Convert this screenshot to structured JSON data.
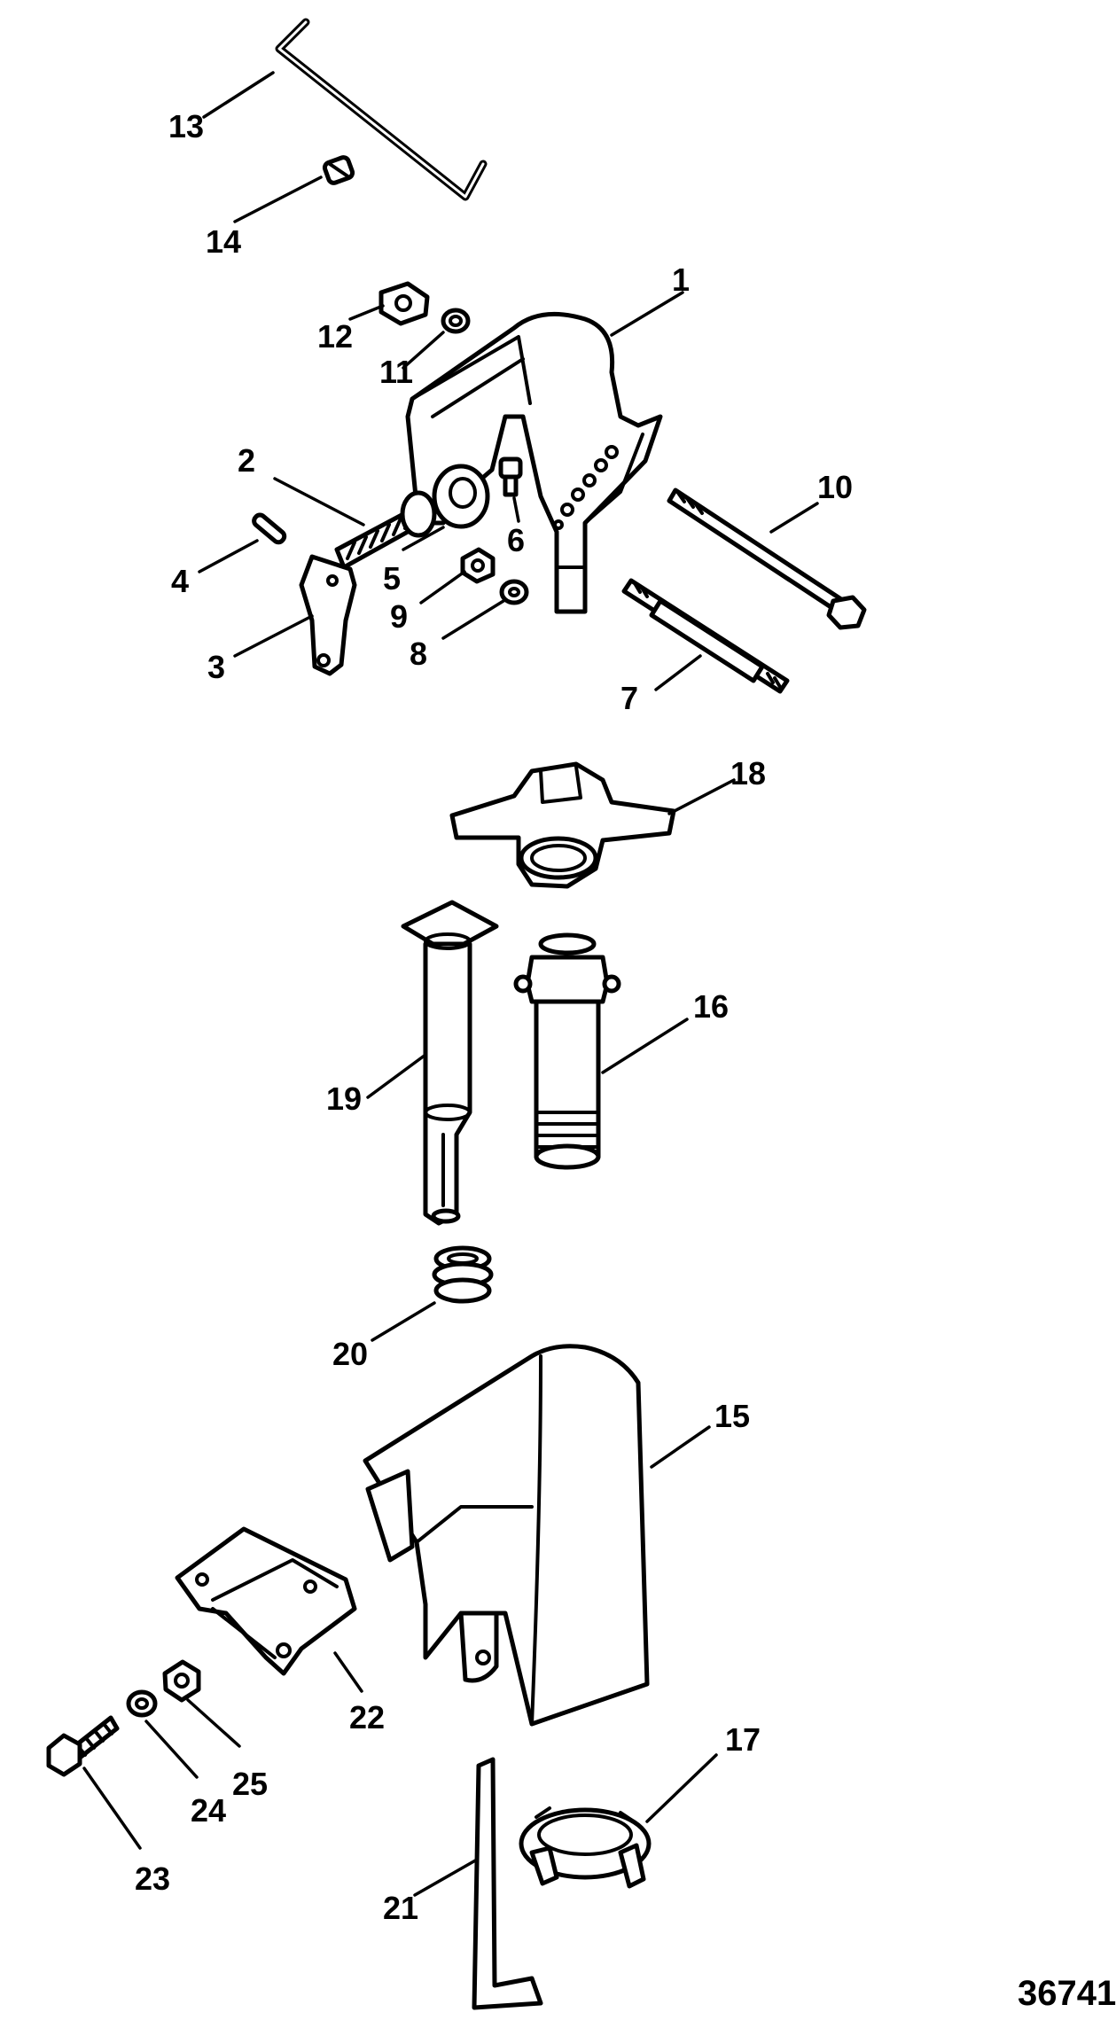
{
  "figure": {
    "number": "36741"
  },
  "callouts": {
    "c1": "1",
    "c2": "2",
    "c3": "3",
    "c4": "4",
    "c5": "5",
    "c6": "6",
    "c7": "7",
    "c8": "8",
    "c9": "9",
    "c10": "10",
    "c11": "11",
    "c12": "12",
    "c13": "13",
    "c14": "14",
    "c15": "15",
    "c16": "16",
    "c17": "17",
    "c18": "18",
    "c19": "19",
    "c20": "20",
    "c21": "21",
    "c22": "22",
    "c23": "23",
    "c24": "24",
    "c25": "25"
  },
  "colors": {
    "line": "#000000",
    "background": "#ffffff"
  }
}
